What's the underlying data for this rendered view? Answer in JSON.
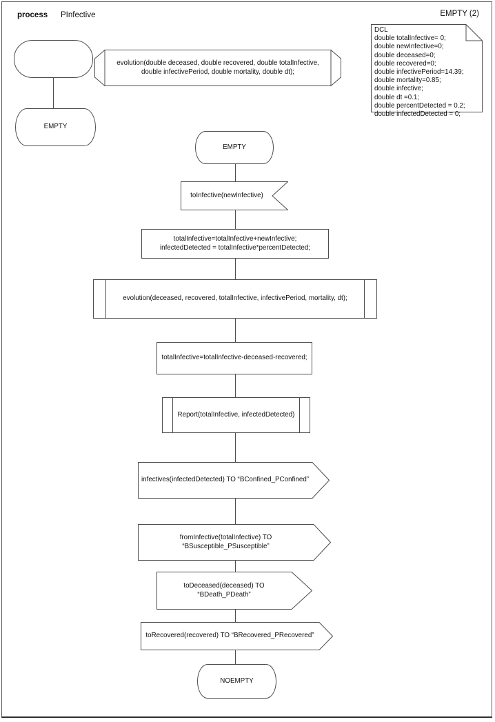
{
  "header": {
    "keyword": "process",
    "name": "PInfective",
    "page_label": "EMPTY (2)"
  },
  "declarations_note": {
    "text": "DCL\ndouble totalInfective= 0;\ndouble newInfective=0;\ndouble deceased=0;\ndouble recovered=0;\ndouble infectivePeriod=14.39;\ndouble mortality=0.85;\ndouble infective;\ndouble dt =0.1;\ndouble percentDetected = 0.2;\ndouble infectedDetected = 0;"
  },
  "procedure_declaration": {
    "label": "evolution(double deceased, double recovered, double totalInfective,\ndouble infectivePeriod, double mortality, double dt);"
  },
  "start_branch": {
    "state_label": "EMPTY"
  },
  "main_flow": {
    "state_top": "EMPTY",
    "input_signal": "toInfective(newInfective)",
    "task_update": "totalInfective=totalInfective+newInfective;\ninfectedDetected = totalInfective*percentDetected;",
    "call_evolution": "evolution(deceased, recovered, totalInfective, infectivePeriod, mortality, dt);",
    "task_decrement": "totalInfective=totalInfective-deceased-recovered;",
    "call_report": "Report(totalInfective, infectedDetected)",
    "output_infectives": "infectives(infectedDetected) TO “BConfined_PConfined”",
    "output_frominfective": "fromInfective(totalInfective) TO “BSusceptible_PSusceptible”",
    "output_todeceased": "toDeceased(deceased) TO “BDeath_PDeath”",
    "output_torecovered": "toRecovered(recovered) TO “BRecovered_PRecovered”",
    "state_bottom": "NOEMPTY"
  },
  "colors": {
    "stroke": "#4d4d4d",
    "text": "#111111",
    "background": "#ffffff"
  }
}
